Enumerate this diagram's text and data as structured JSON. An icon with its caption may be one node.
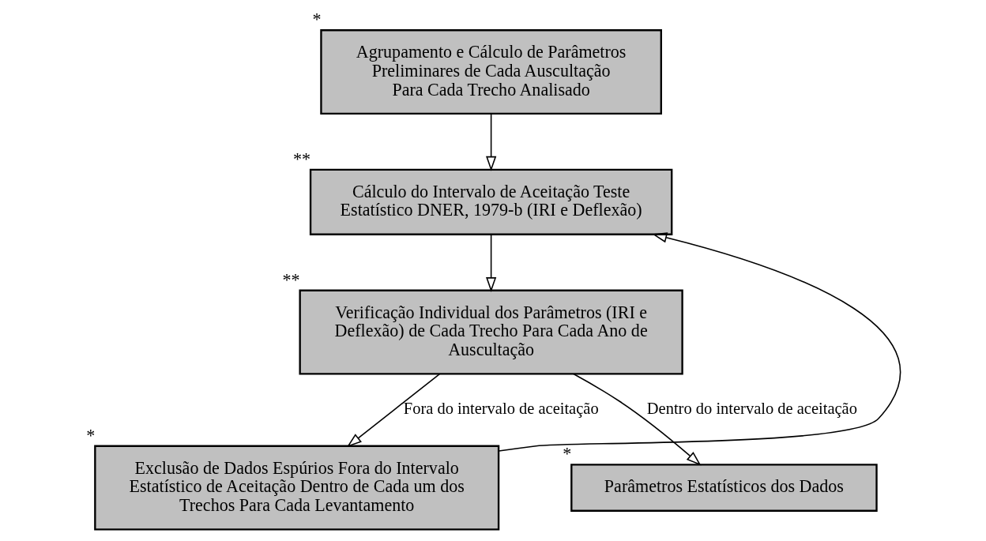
{
  "diagram": {
    "nodes": [
      {
        "text": [
          "Agrupamento e Cálculo de Parâmetros Preliminares de Cada Auscultação Para Cada Trecho Analisado"
        ],
        "beside": [
          "*"
        ]
      },
      {
        "text": [
          "Cálculo do Intervalo de Aceitação Teste Estatístico DNER, 1979-b (IRI e Deflexão)"
        ],
        "beside": [
          "**"
        ]
      },
      {
        "text": [
          "Verificação Individual dos Parâmetros (IRI e Deflexão) de Cada Trecho Para Cada Ano de Auscultação"
        ],
        "beside": [
          "**"
        ]
      },
      {
        "text": [
          "Exclusão de Dados Espúrios Fora do Intervalo Estatístico de Aceitação Dentro de Cada um dos Trechos Para Cada Levantamento"
        ],
        "beside": [
          "*"
        ]
      },
      {
        "text": [
          "Parâmetros Estatísticos dos Dados"
        ],
        "beside": [
          "*"
        ]
      }
    ],
    "edges": [
      {
        "from": 0,
        "to": 1,
        "arrow": "to"
      },
      {
        "from": 1,
        "to": 2,
        "arrow": "to"
      },
      {
        "from": 2,
        "to": 3,
        "arrow": "to",
        "label": "Fora do intervalo de aceitação"
      },
      {
        "from": 2,
        "to": 4,
        "arrow": "to",
        "label": "Dentro do intervalo de aceitação"
      },
      {
        "from": 3,
        "to": 1,
        "arrow": "to"
      }
    ]
  }
}
